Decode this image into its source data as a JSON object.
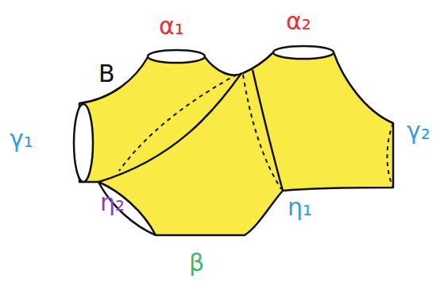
{
  "diagram": {
    "labels": [
      "B",
      "α₁",
      "α₂",
      "γ₁",
      "γ₂",
      "η₂",
      "η₁",
      "β"
    ]
  }
}
